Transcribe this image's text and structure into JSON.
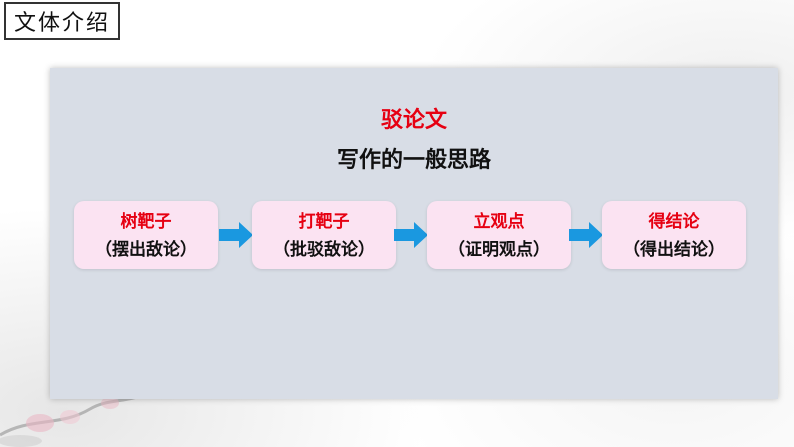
{
  "slide": {
    "title": "文体介绍",
    "heading": "驳论文",
    "subheading": "写作的一般思路"
  },
  "steps": [
    {
      "title": "树靶子",
      "sub": "（摆出敌论）"
    },
    {
      "title": "打靶子",
      "sub": "（批驳敌论）"
    },
    {
      "title": "立观点",
      "sub": "（证明观点）"
    },
    {
      "title": "得结论",
      "sub": "（得出结论）"
    }
  ],
  "colors": {
    "accent_red": "#e60012",
    "panel": "#d8dde6",
    "step_box": "#fbe3f2",
    "arrow": "#1a98e0"
  }
}
